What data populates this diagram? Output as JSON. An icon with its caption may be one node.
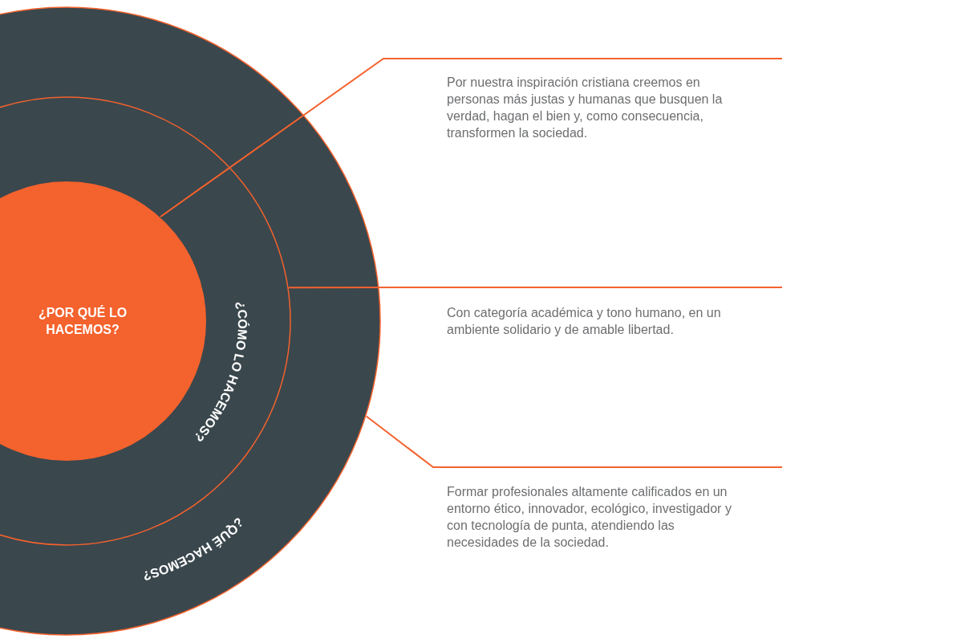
{
  "diagram": {
    "nodes": [
      {
        "text": [
          "¿QUÉ HACEMOS?"
        ]
      },
      {
        "text": [
          "¿CÓMO LO HACEMOS?"
        ],
        "in": 0
      },
      {
        "text": [
          "¿POR QUÉ LO HACEMOS?"
        ],
        "in": 1
      },
      {
        "text": [
          "Por nuestra inspiración cristiana creemos en personas más justas y humanas que busquen la verdad, hagan el bien y, como consecuencia, transformen la sociedad."
        ]
      },
      {
        "text": [
          "Con categoría académica y tono humano, en un ambiente solidario y de amable libertad."
        ]
      },
      {
        "text": [
          "Formar profesionales altamente calificados en un entorno ético, innovador, ecológico, investigador y con tecnología de punta, atendiendo las necesidades de la sociedad."
        ]
      }
    ],
    "edges": [
      {
        "from": 3,
        "to": 2,
        "arrow": "none"
      },
      {
        "from": 4,
        "to": 1,
        "arrow": "none"
      },
      {
        "from": 5,
        "to": 0,
        "arrow": "none"
      }
    ]
  }
}
